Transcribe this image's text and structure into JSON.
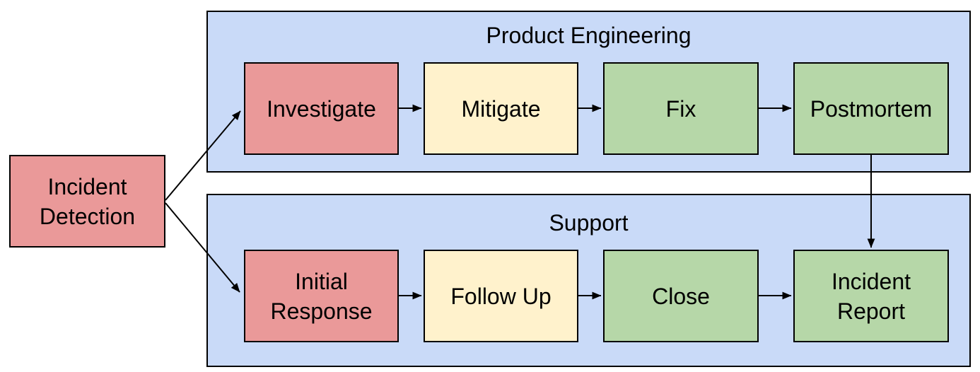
{
  "diagram": {
    "type": "flowchart",
    "colors": {
      "lane_fill": "#c9daf8",
      "red": "#ea9999",
      "yellow": "#fff2cc",
      "green": "#b6d7a8",
      "border": "#000000",
      "text": "#000000",
      "background": "#ffffff"
    },
    "lanes": [
      {
        "id": "product-engineering",
        "title": "Product Engineering"
      },
      {
        "id": "support",
        "title": "Support"
      }
    ],
    "nodes": {
      "incident_detection": {
        "label": "Incident\nDetection",
        "color": "red"
      },
      "investigate": {
        "label": "Investigate",
        "color": "red",
        "lane": "product-engineering"
      },
      "mitigate": {
        "label": "Mitigate",
        "color": "yellow",
        "lane": "product-engineering"
      },
      "fix": {
        "label": "Fix",
        "color": "green",
        "lane": "product-engineering"
      },
      "postmortem": {
        "label": "Postmortem",
        "color": "green",
        "lane": "product-engineering"
      },
      "initial_response": {
        "label": "Initial\nResponse",
        "color": "red",
        "lane": "support"
      },
      "follow_up": {
        "label": "Follow Up",
        "color": "yellow",
        "lane": "support"
      },
      "close": {
        "label": "Close",
        "color": "green",
        "lane": "support"
      },
      "incident_report": {
        "label": "Incident\nReport",
        "color": "green",
        "lane": "support"
      }
    },
    "edges": [
      {
        "from": "incident-detection",
        "to": "investigate"
      },
      {
        "from": "incident-detection",
        "to": "initial-response"
      },
      {
        "from": "investigate",
        "to": "mitigate"
      },
      {
        "from": "mitigate",
        "to": "fix"
      },
      {
        "from": "fix",
        "to": "postmortem"
      },
      {
        "from": "postmortem",
        "to": "incident-report"
      },
      {
        "from": "initial-response",
        "to": "follow-up"
      },
      {
        "from": "follow-up",
        "to": "close"
      },
      {
        "from": "close",
        "to": "incident-report"
      }
    ]
  }
}
